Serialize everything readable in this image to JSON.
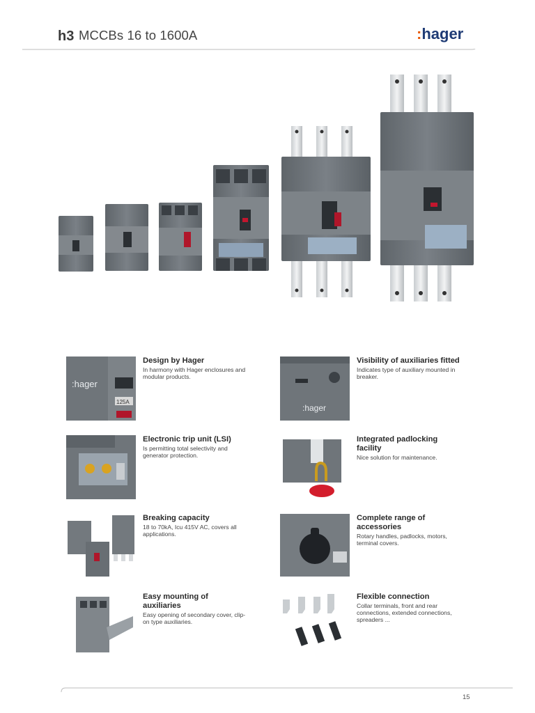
{
  "header": {
    "logo_text": "h3",
    "title": "MCCBs 16 to 1600A",
    "brand_colon": ":",
    "brand_name": "hager"
  },
  "features": [
    {
      "title": "Design by Hager",
      "description": "In harmony with Hager enclosures and modular products.",
      "thumb_brand": ":hager",
      "thumb_rating": "125A"
    },
    {
      "title": "Visibility of auxiliaries fitted",
      "description": "Indicates type of auxiliary mounted in breaker.",
      "thumb_brand": ":hager"
    },
    {
      "title": "Electronic trip unit (LSI)",
      "description": "Is permitting total selectivity and generator protection."
    },
    {
      "title": "Integrated padlocking facility",
      "description": "Nice solution for maintenance."
    },
    {
      "title": "Breaking capacity",
      "description": "18 to 70kA, Icu 415V AC, covers all applications."
    },
    {
      "title": "Complete range of accessories",
      "description": "Rotary handles, padlocks, motors, terminal covers."
    },
    {
      "title": "Easy mounting of auxiliaries",
      "description": "Easy opening of secondary cover, clip-on type auxiliaries."
    },
    {
      "title": "Flexible connection",
      "description": "Collar terminals, front and rear connections, extended connections, spreaders ..."
    }
  ],
  "footer": {
    "page_number": "15"
  },
  "colors": {
    "brand_blue": "#1f3b75",
    "brand_orange": "#e85b0c",
    "breaker_grey": "#6d7378"
  }
}
